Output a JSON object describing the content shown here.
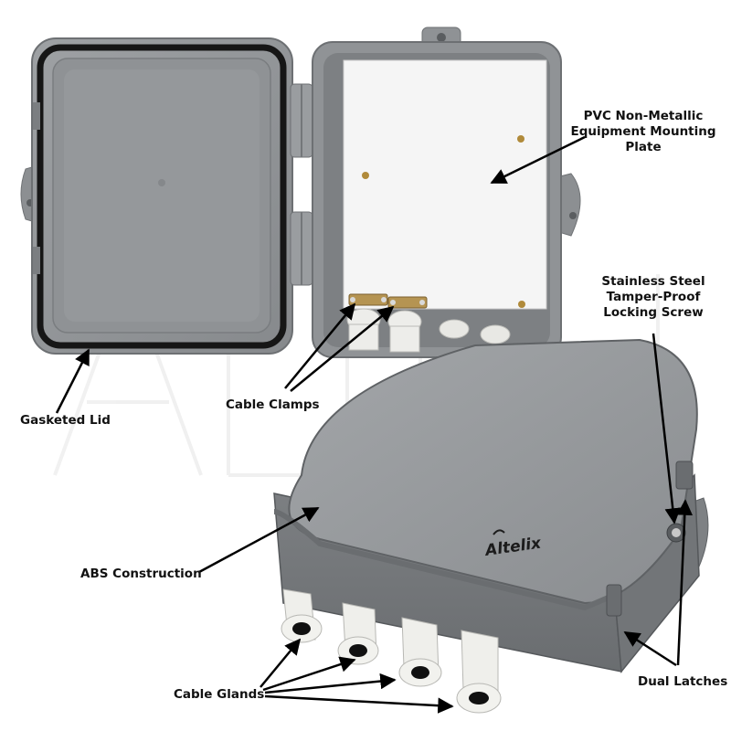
{
  "colors": {
    "background": "#ffffff",
    "enclosure_gray": "#8e9194",
    "enclosure_dark": "#6f7275",
    "enclosure_light": "#a9acaf",
    "gasket": "#1a1a1a",
    "plate": "#f4f4f4",
    "gland_white": "#f0f0ec",
    "label_text": "#111111",
    "arrow": "#000000",
    "watermark": "#e6e6e6"
  },
  "labels": {
    "mounting_plate": "PVC Non-Metallic\nEquipment Mounting\nPlate",
    "locking_screw": "Stainless Steel\nTamper-Proof\nLocking Screw",
    "cable_clamps": "Cable Clamps",
    "gasketed_lid": "Gasketed Lid",
    "abs_construction": "ABS Construction",
    "cable_glands": "Cable Glands",
    "dual_latches": "Dual Latches"
  },
  "logo": {
    "brand": "Altelix"
  }
}
